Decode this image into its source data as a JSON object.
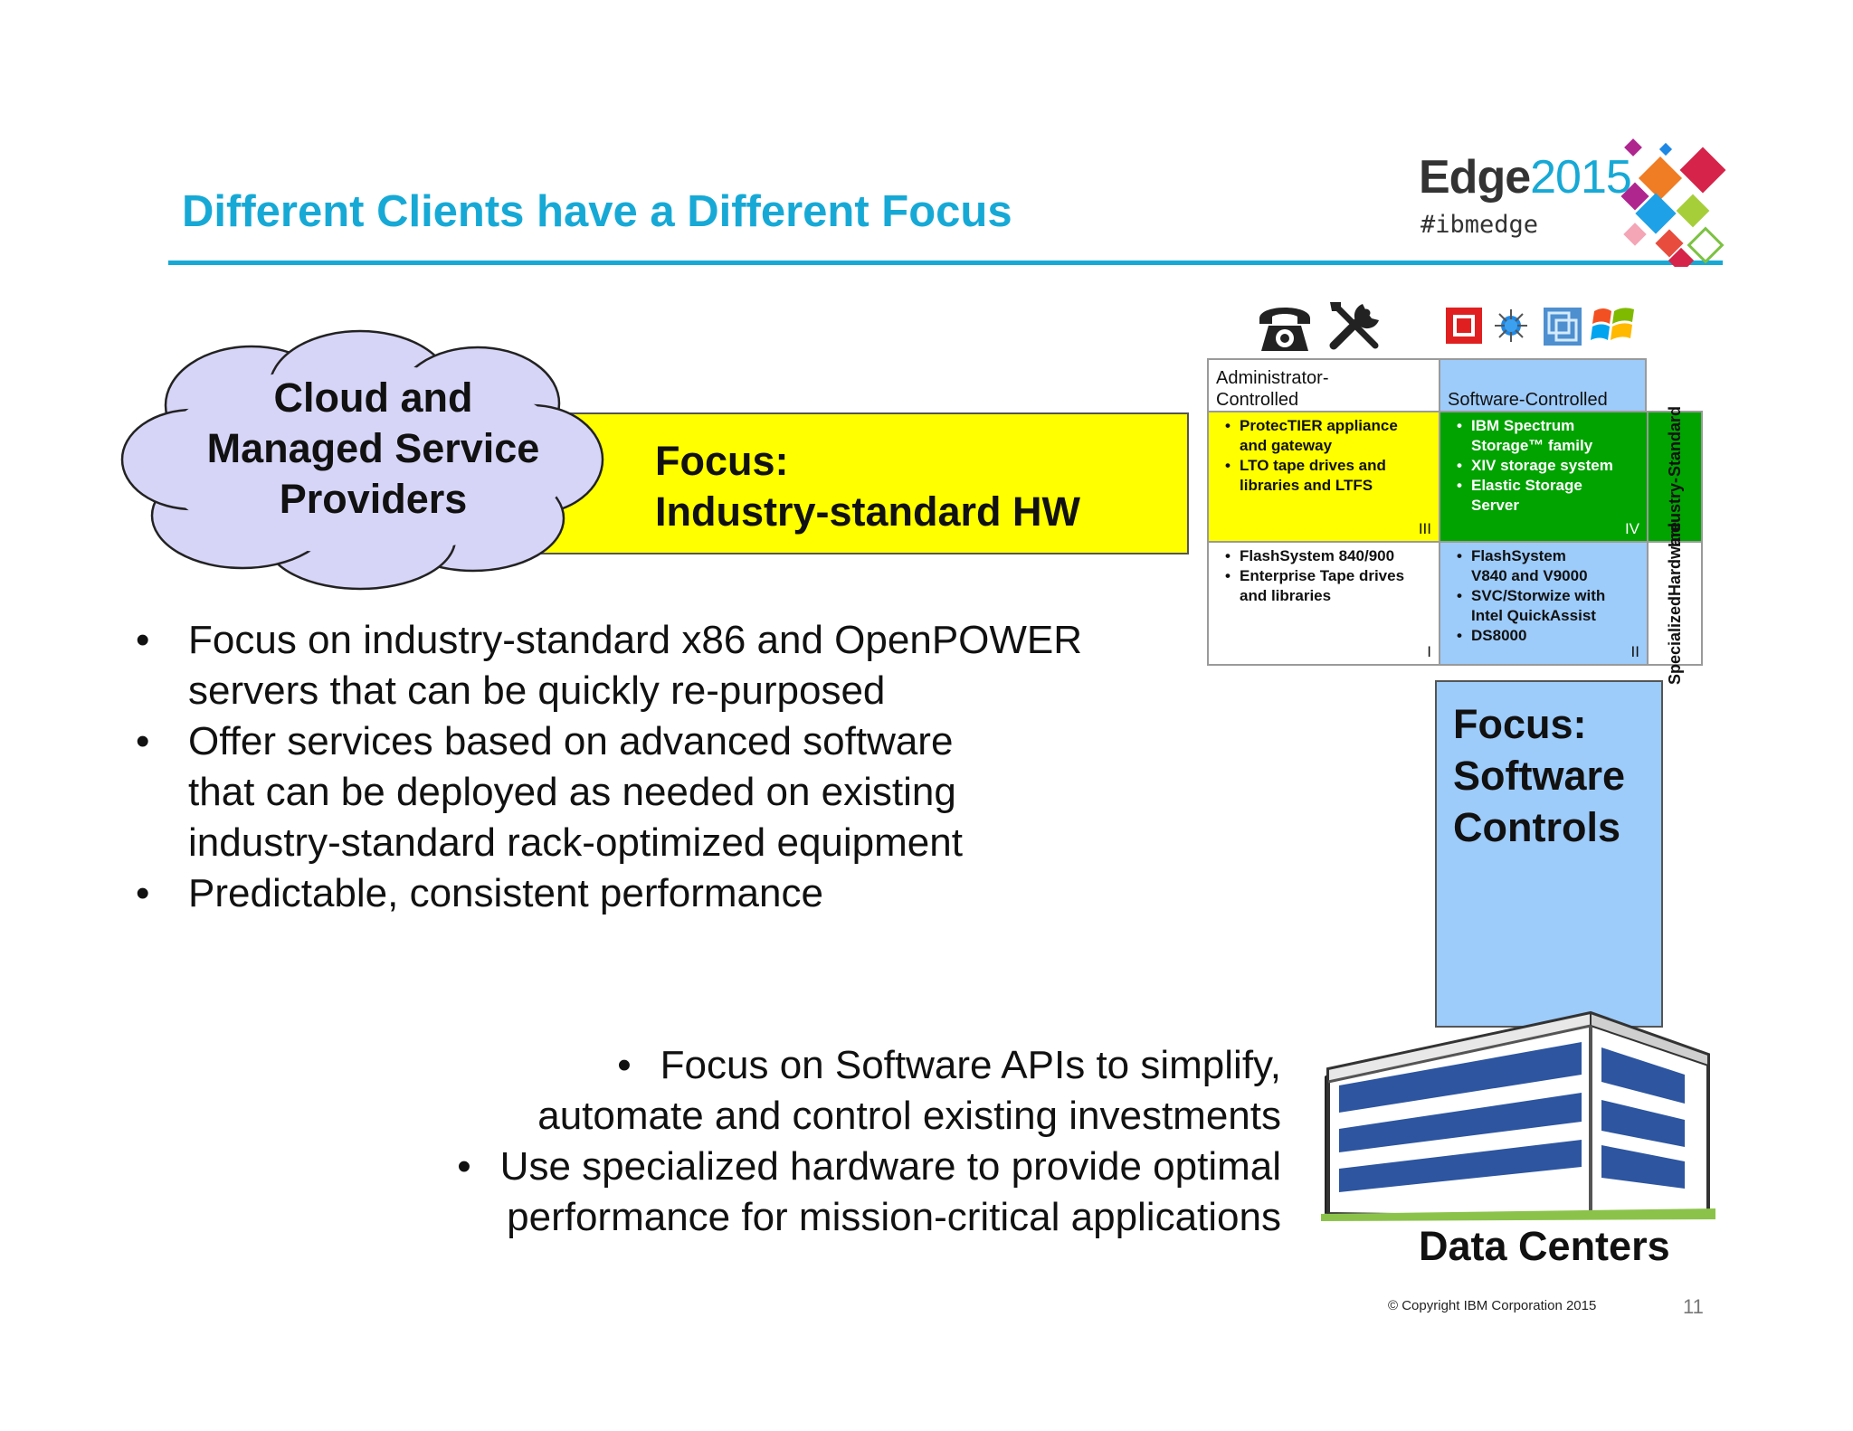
{
  "slide": {
    "title": "Different Clients have a Different Focus",
    "logo": {
      "word": "Edge",
      "year": "2015",
      "hashtag": "#ibmedge"
    },
    "cloud": {
      "lines": [
        "Cloud and",
        "Managed Service",
        "Providers"
      ]
    },
    "focus_hw": {
      "lines": [
        "Focus:",
        "Industry-standard HW"
      ]
    },
    "icons": {
      "admin": [
        "telephone-icon",
        "tools-icon"
      ],
      "software": [
        "red-square-icon",
        "cloud-network-icon",
        "vm-icon",
        "windows-icon"
      ]
    },
    "quadrant": {
      "header_admin": "Administrator-Controlled",
      "header_admin_lines": [
        "Administrator-",
        "Controlled"
      ],
      "header_software": "Software-Controlled",
      "row_labels": {
        "industry_lines": [
          "Industry-",
          "Standard"
        ],
        "specialized_lines": [
          "Specialized",
          "Hardware"
        ]
      },
      "cells": {
        "iii": {
          "roman": "III",
          "items": [
            [
              "ProtecTIER appliance",
              "and gateway"
            ],
            [
              "LTO tape drives and",
              "libraries and LTFS"
            ]
          ]
        },
        "iv": {
          "roman": "IV",
          "items": [
            [
              "IBM Spectrum",
              "Storage™ family"
            ],
            [
              "XIV storage system"
            ],
            [
              "Elastic Storage",
              "Server"
            ]
          ]
        },
        "i": {
          "roman": "I",
          "items": [
            [
              "FlashSystem 840/900"
            ],
            [
              "Enterprise Tape drives",
              "and libraries"
            ]
          ]
        },
        "ii": {
          "roman": "II",
          "items": [
            [
              "FlashSystem",
              "V840 and V9000"
            ],
            [
              "SVC/Storwize with",
              "Intel QuickAssist"
            ],
            [
              "DS8000"
            ]
          ]
        }
      },
      "colors": {
        "yellow": "#ffff00",
        "green": "#00a300",
        "blue": "#9dcbfa"
      }
    },
    "focus_sw": {
      "lines": [
        "Focus:",
        "Software",
        "Controls"
      ]
    },
    "bullets_left": {
      "bullet": "•",
      "items": [
        [
          "Focus on industry-standard x86 and OpenPOWER",
          "servers that can be quickly re-purposed"
        ],
        [
          "Offer services based on advanced software",
          "that can be deployed as needed on existing",
          "industry-standard rack-optimized equipment"
        ],
        [
          "Predictable, consistent performance"
        ]
      ]
    },
    "bullets_right": {
      "bullet": "•",
      "items": [
        [
          "Focus on Software APIs to simplify,",
          "automate and control existing investments"
        ],
        [
          "Use specialized hardware to provide optimal",
          "performance for mission-critical applications"
        ]
      ]
    },
    "data_centers": "Data Centers",
    "copyright": "© Copyright IBM Corporation 2015",
    "page_number": "11"
  }
}
